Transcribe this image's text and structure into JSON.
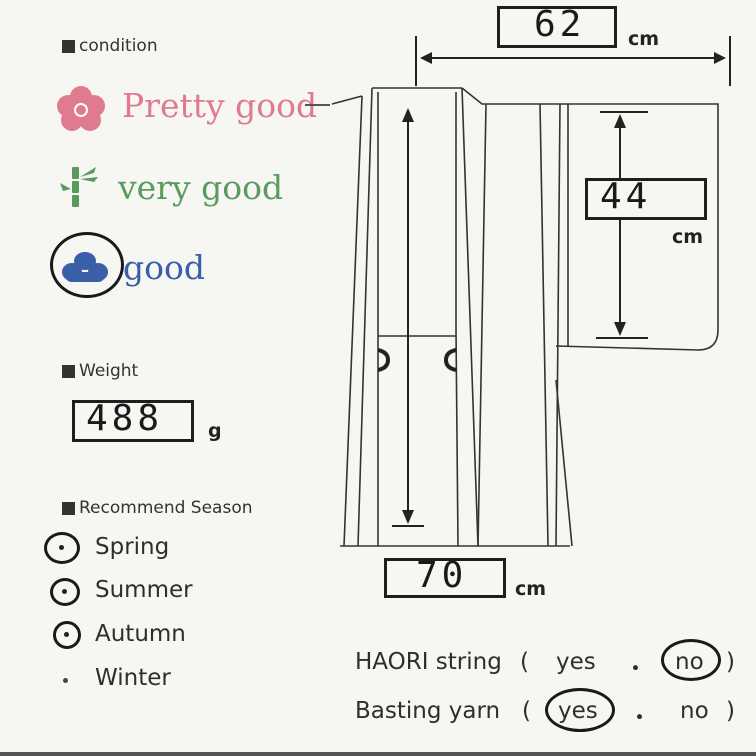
{
  "condition": {
    "title": "condition",
    "options": [
      {
        "label": "Pretty good",
        "color": "#e07a8f",
        "icon": "plum-blossom-icon"
      },
      {
        "label": "very good",
        "color": "#5a9a5f",
        "icon": "bamboo-icon"
      },
      {
        "label": "good",
        "color": "#3a5fa8",
        "icon": "pine-icon"
      }
    ],
    "selected": "good"
  },
  "weight": {
    "title": "Weight",
    "value": "488",
    "unit": "g"
  },
  "season": {
    "title": "Recommend Season",
    "items": [
      {
        "label": "Spring",
        "circled": true
      },
      {
        "label": "Summer",
        "circled": true
      },
      {
        "label": "Autumn",
        "circled": true
      },
      {
        "label": "Winter",
        "circled": false
      }
    ]
  },
  "measurements": {
    "width": {
      "value": "62",
      "unit": "cm"
    },
    "sleeve": {
      "value": "44",
      "unit": "cm"
    },
    "length": {
      "value": "70",
      "unit": "cm"
    }
  },
  "haori_string": {
    "label": "HAORI string",
    "open": "(",
    "yes": "yes",
    "sep": "・",
    "no": "no",
    "close": ")",
    "selected": "no"
  },
  "basting_yarn": {
    "label": "Basting yarn",
    "open": "(",
    "yes": "yes",
    "sep": "・",
    "no": "no",
    "close": ")",
    "selected": "yes"
  }
}
